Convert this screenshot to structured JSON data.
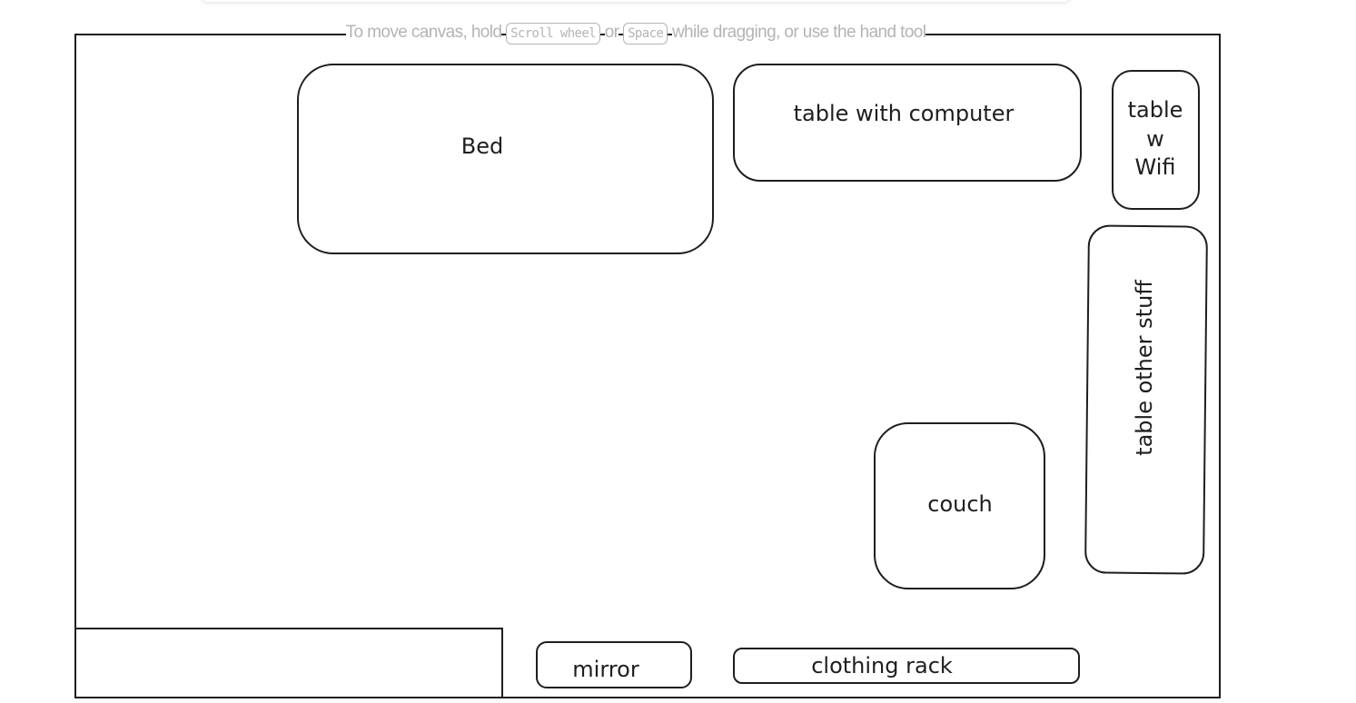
{
  "hint": {
    "prefix": "To move canvas, hold",
    "key1": "Scroll wheel",
    "or": "or",
    "key2": "Space",
    "suffix": "while dragging, or use the hand tool"
  },
  "shapes": {
    "bed": "Bed",
    "table_computer": "table with computer",
    "table_wifi": [
      "table",
      "w",
      "Wifi"
    ],
    "table_other": "table other stuff",
    "couch": "couch",
    "mirror": "mirror",
    "clothing_rack": "clothing rack"
  }
}
